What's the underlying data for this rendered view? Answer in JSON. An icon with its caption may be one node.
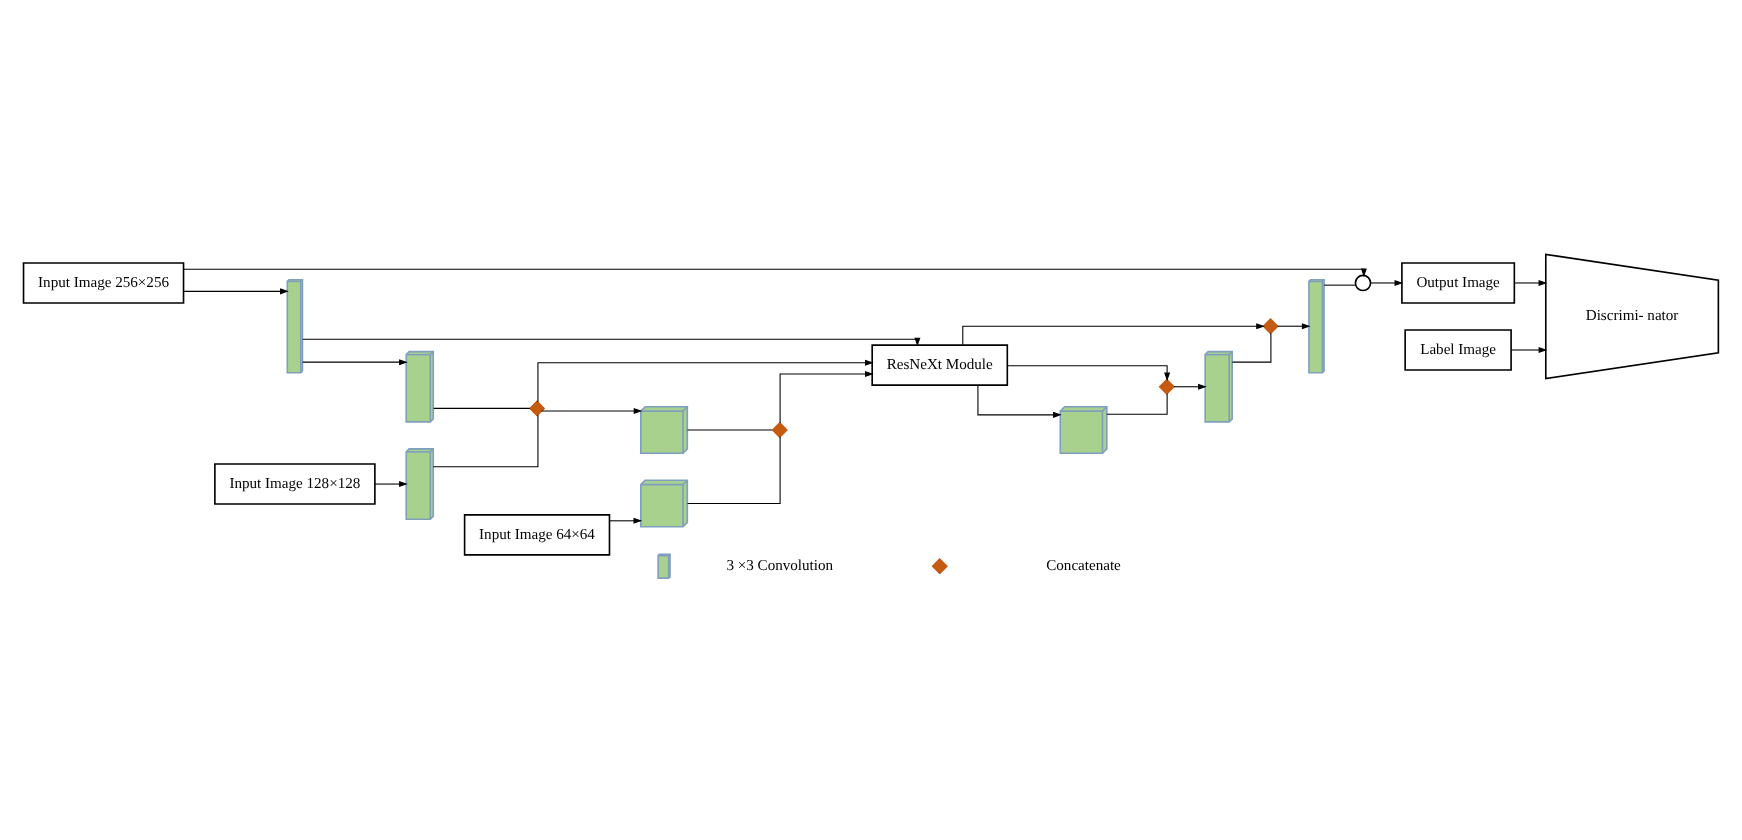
{
  "diagram": {
    "nodes": [
      {
        "text": [
          "Input Image 256×256"
        ]
      },
      {
        "text": [
          "ResNeXt Module"
        ]
      },
      {
        "text": [
          "Output Image"
        ]
      },
      {
        "text": [
          "Input Image 128×128"
        ]
      },
      {
        "text": [
          "Input Image 64×64"
        ]
      },
      {
        "text": [
          "Label Image"
        ]
      },
      {
        "text": [
          "Discrimi- nator"
        ]
      },
      {
        "text": [],
        "shape": "box"
      },
      {
        "text": [],
        "shape": "box"
      },
      {
        "text": [],
        "shape": "diamond"
      },
      {
        "text": [],
        "shape": "box"
      },
      {
        "text": [],
        "shape": "diamond"
      },
      {
        "text": [],
        "shape": "box"
      },
      {
        "text": [],
        "shape": "diamond"
      },
      {
        "text": [],
        "shape": "box"
      },
      {
        "text": [],
        "shape": "diamond"
      },
      {
        "text": [],
        "shape": "box"
      },
      {
        "text": [],
        "shape": "circle"
      },
      {
        "text": [],
        "shape": "box"
      },
      {
        "text": [],
        "shape": "box"
      }
    ],
    "edges": [
      {
        "from": 0,
        "to": 7,
        "arrow": "to"
      },
      {
        "from": 7,
        "to": 8,
        "arrow": "to"
      },
      {
        "from": 7,
        "to": 1,
        "arrow": "to"
      },
      {
        "from": 8,
        "to": 9,
        "arrow": "none"
      },
      {
        "from": 9,
        "to": 10,
        "arrow": "to"
      },
      {
        "from": 9,
        "to": 1,
        "arrow": "to"
      },
      {
        "from": 10,
        "to": 11,
        "arrow": "none"
      },
      {
        "from": 11,
        "to": 1,
        "arrow": "to"
      },
      {
        "from": 1,
        "to": 12,
        "arrow": "to"
      },
      {
        "from": 12,
        "to": 13,
        "arrow": "none"
      },
      {
        "from": 13,
        "to": 14,
        "arrow": "to"
      },
      {
        "from": 1,
        "to": 13,
        "arrow": "to"
      },
      {
        "from": 14,
        "to": 15,
        "arrow": "none"
      },
      {
        "from": 1,
        "to": 15,
        "arrow": "to"
      },
      {
        "from": 15,
        "to": 16,
        "arrow": "to"
      },
      {
        "from": 16,
        "to": 17,
        "arrow": "none"
      },
      {
        "from": 0,
        "to": 17,
        "arrow": "to"
      },
      {
        "from": 17,
        "to": 2,
        "arrow": "to"
      },
      {
        "from": 3,
        "to": 18,
        "arrow": "to"
      },
      {
        "from": 18,
        "to": 9,
        "arrow": "none"
      },
      {
        "from": 4,
        "to": 19,
        "arrow": "to"
      },
      {
        "from": 19,
        "to": 11,
        "arrow": "none"
      },
      {
        "from": 2,
        "to": 6,
        "arrow": "to"
      },
      {
        "from": 5,
        "to": 6,
        "arrow": "to"
      }
    ],
    "legend": [
      {
        "text": "3 ×3 Convolution"
      },
      {
        "text": "Concatenate"
      }
    ]
  }
}
